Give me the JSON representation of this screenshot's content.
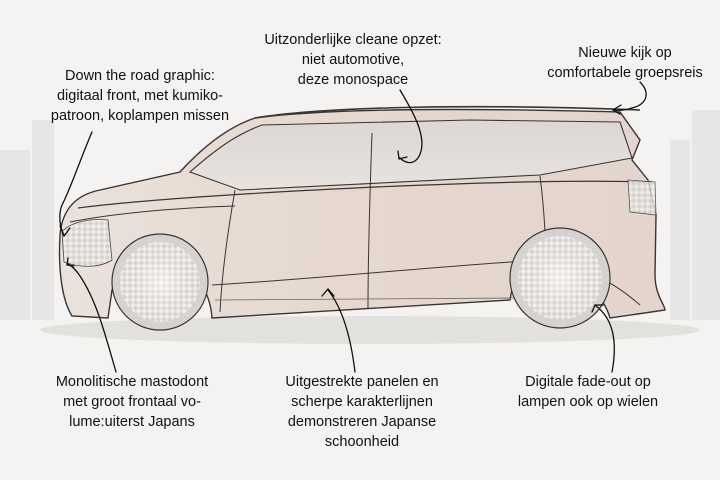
{
  "annotations": [
    {
      "id": "front-graphic",
      "lines": [
        "Down the road graphic:",
        "digitaal front, met kumiko-",
        "patroon, koplampen missen"
      ]
    },
    {
      "id": "clean-design",
      "lines": [
        "Uitzonderlijke cleane opzet:",
        "niet automotive,",
        "deze monospace"
      ]
    },
    {
      "id": "group-travel",
      "lines": [
        "Nieuwe kijk op",
        "comfortabele groepsreis"
      ]
    },
    {
      "id": "monolithic",
      "lines": [
        "Monolitische mastodont",
        "met groot frontaal vo-",
        "lume:uiterst Japans"
      ]
    },
    {
      "id": "panels",
      "lines": [
        "Uitgestrekte panelen en",
        "scherpe karakterlijnen",
        "demonstreren Japanse",
        "schoonheid"
      ]
    },
    {
      "id": "fade-out",
      "lines": [
        "Digitale fade-out op",
        "lampen ook op wielen"
      ]
    }
  ]
}
